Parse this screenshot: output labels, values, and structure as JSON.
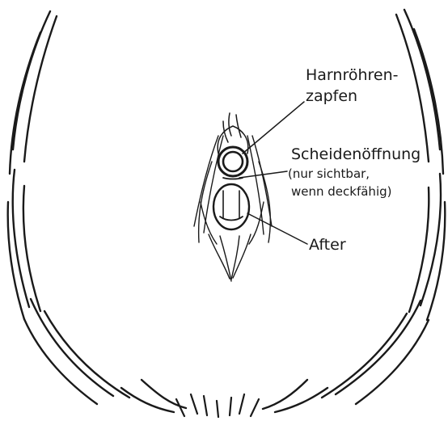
{
  "labels": {
    "urethral_cone_line1": "Harnröhren-",
    "urethral_cone_line2": "zapfen",
    "vaginal_opening": "Scheidenöffnung",
    "vaginal_note_line1": "(nur sichtbar,",
    "vaginal_note_line2": "wenn deckfähig)",
    "anus": "After"
  }
}
